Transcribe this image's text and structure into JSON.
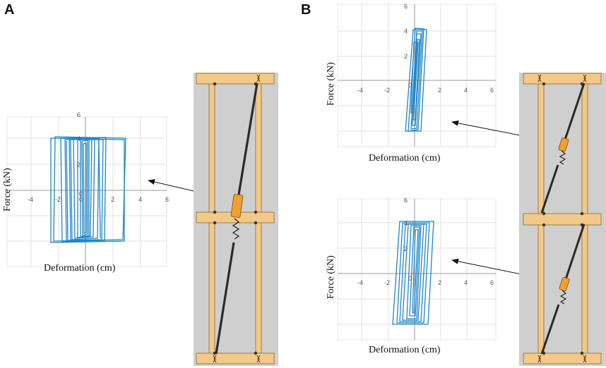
{
  "panels": {
    "a": {
      "letter": "A",
      "xlabel": "Deformation (cm)",
      "ylabel": "Force (kN)",
      "x_ticks": [
        "-4",
        "-2",
        "0",
        "2",
        "4",
        "6"
      ],
      "y_ticks": [
        "6",
        "4",
        "2",
        "0"
      ]
    },
    "b": {
      "letter": "B",
      "top": {
        "xlabel": "Deformation (cm)",
        "ylabel": "Force (kN)",
        "x_ticks": [
          "-4",
          "-2",
          "0",
          "2",
          "4",
          "6"
        ],
        "y_ticks": [
          "6",
          "4",
          "2",
          "0"
        ]
      },
      "bottom": {
        "xlabel": "Deformation (cm)",
        "ylabel": "Force (kN)",
        "x_ticks": [
          "-4",
          "-2",
          "0",
          "2",
          "4",
          "6"
        ],
        "y_ticks": [
          "6",
          "4",
          "2",
          "0"
        ]
      }
    }
  },
  "colors": {
    "hysteresis": "#1f86c7",
    "wood": "#f2c988",
    "wood_edge": "#8a6a2a",
    "frame_bg": "#cfcfcf",
    "brace": "#2a2a2a",
    "damper": "#f0a030"
  }
}
